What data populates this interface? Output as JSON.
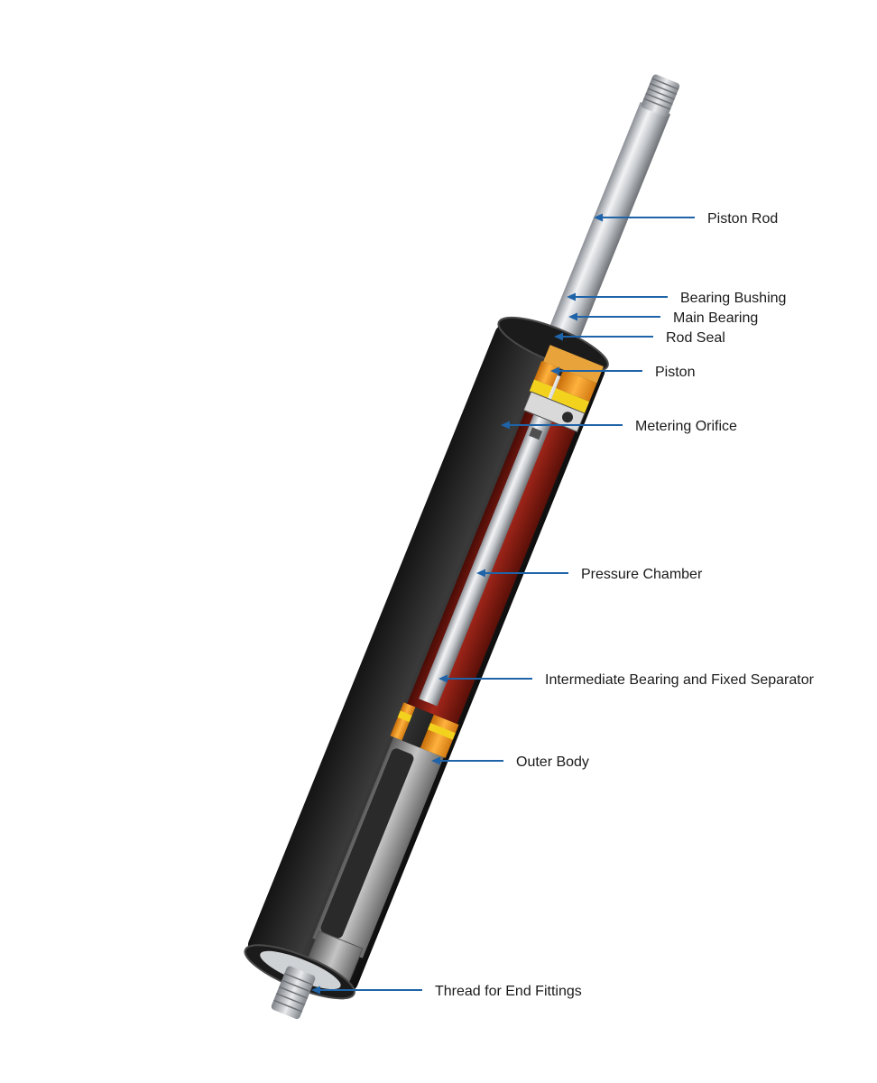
{
  "diagram": {
    "labels": [
      {
        "id": "piston-rod",
        "text": "Piston Rod"
      },
      {
        "id": "bearing-bushing",
        "text": "Bearing Bushing"
      },
      {
        "id": "main-bearing",
        "text": "Main Bearing"
      },
      {
        "id": "rod-seal",
        "text": "Rod Seal"
      },
      {
        "id": "piston",
        "text": "Piston"
      },
      {
        "id": "metering-orifice",
        "text": "Metering Orifice"
      },
      {
        "id": "pressure-chamber",
        "text": "Pressure Chamber"
      },
      {
        "id": "intermediate-bearing",
        "text": "Intermediate Bearing and Fixed Separator"
      },
      {
        "id": "outer-body",
        "text": "Outer Body"
      },
      {
        "id": "thread-end-fittings",
        "text": "Thread for End Fittings"
      }
    ],
    "colors": {
      "leader": "#1f63a8",
      "body": "#2b2b2b",
      "chamber": "#8e1b10",
      "bearing": "#f39a1e",
      "seal": "#f3d21e",
      "steel": "#c9ccd0"
    }
  }
}
